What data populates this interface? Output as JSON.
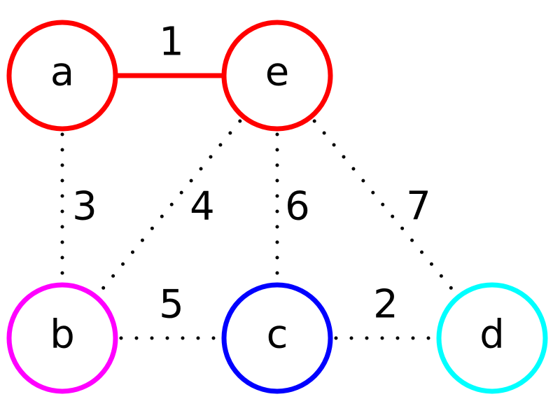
{
  "colors": {
    "text": "#000000",
    "edge_dotted": "#000000",
    "background": "#ffffff"
  },
  "nodes": [
    {
      "id": "a",
      "label": "a",
      "color": "#ff0000"
    },
    {
      "id": "e",
      "label": "e",
      "color": "#ff0000"
    },
    {
      "id": "b",
      "label": "b",
      "color": "#ff00ff"
    },
    {
      "id": "c",
      "label": "c",
      "color": "#0000ff"
    },
    {
      "id": "d",
      "label": "d",
      "color": "#00ffff"
    }
  ],
  "edges": [
    {
      "from": "a",
      "to": "e",
      "weight": "1",
      "style": "solid",
      "color": "#ff0000"
    },
    {
      "from": "a",
      "to": "b",
      "weight": "3",
      "style": "dotted",
      "color": "#000000"
    },
    {
      "from": "e",
      "to": "b",
      "weight": "4",
      "style": "dotted",
      "color": "#000000"
    },
    {
      "from": "e",
      "to": "c",
      "weight": "6",
      "style": "dotted",
      "color": "#000000"
    },
    {
      "from": "e",
      "to": "d",
      "weight": "7",
      "style": "dotted",
      "color": "#000000"
    },
    {
      "from": "b",
      "to": "c",
      "weight": "5",
      "style": "dotted",
      "color": "#000000"
    },
    {
      "from": "c",
      "to": "d",
      "weight": "2",
      "style": "dotted",
      "color": "#000000"
    }
  ]
}
